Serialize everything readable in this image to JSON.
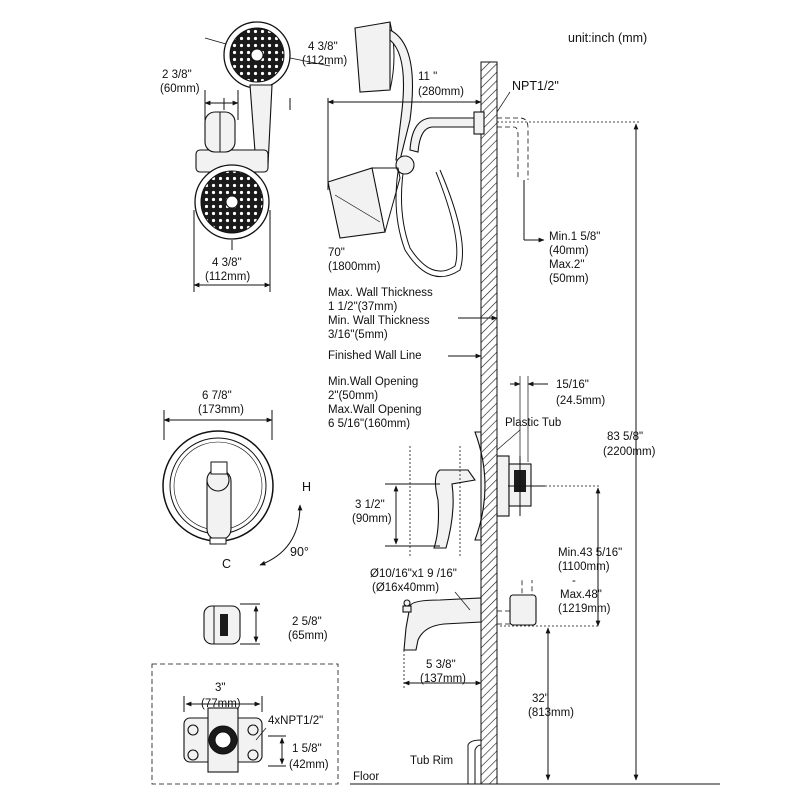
{
  "unit_note": "unit:inch (mm)",
  "handshower": {
    "face_width": "4 3/8\"",
    "face_width_mm": "(112mm)",
    "bracket_width": "2 3/8\"",
    "bracket_width_mm": "(60mm)",
    "side_face_width": "4 3/8\"",
    "side_face_width_mm": "(112mm)"
  },
  "showerhead": {
    "arm_length": "11 \"",
    "arm_length_mm": "(280mm)",
    "hose_length": "70\"",
    "hose_length_mm": "(1800mm)"
  },
  "wall": {
    "npt_label": "NPT1/2\"",
    "max_thickness_label": "Max. Wall Thickness",
    "max_thickness_value": "1 1/2\"(37mm)",
    "min_thickness_label": "Min. Wall Thickness",
    "min_thickness_value": "3/16\"(5mm)",
    "finished_line": "Finished Wall Line",
    "min_opening_label": "Min.Wall Opening",
    "min_opening_value": "2\"(50mm)",
    "max_opening_label": "Max.Wall Opening",
    "max_opening_value": "6 5/16\"(160mm)",
    "plastic_tub": "Plastic Tub",
    "tub_rim": "Tub Rim",
    "floor": "Floor"
  },
  "right_dims": {
    "setback_min": "Min.1 5/8\"",
    "setback_min_mm": "(40mm)",
    "setback_max": "Max.2\"",
    "setback_max_mm": "(50mm)",
    "offset": "15/16\"",
    "offset_mm": "(24.5mm)",
    "total_height": "83 5/8\"",
    "total_height_mm": "(2200mm)",
    "valve_min": "Min.43 5/16\"",
    "valve_min_mm": "(1100mm)",
    "valve_dash": "-",
    "valve_max": "Max.48\"",
    "valve_max_mm": "(1219mm)",
    "spout_height": "32\"",
    "spout_height_mm": "(813mm)"
  },
  "trim": {
    "width": "6 7/8\"",
    "width_mm": "(173mm)",
    "hot": "H",
    "cold": "C",
    "rotation": "90°",
    "handle_height": "3 1/2\"",
    "handle_height_mm": "(90mm)",
    "depth": "2 5/8\"",
    "depth_mm": "(65mm)"
  },
  "spout": {
    "outlet": "Ø10/16\"x1 9 /16\"",
    "outlet_mm": "(Ø16x40mm)",
    "reach": "5 3/8\"",
    "reach_mm": "(137mm)"
  },
  "valve_body": {
    "width": "3\"",
    "width_mm": "(77mm)",
    "ports": "4xNPT1/2\"",
    "height": "1 5/8\"",
    "height_mm": "(42mm)"
  }
}
